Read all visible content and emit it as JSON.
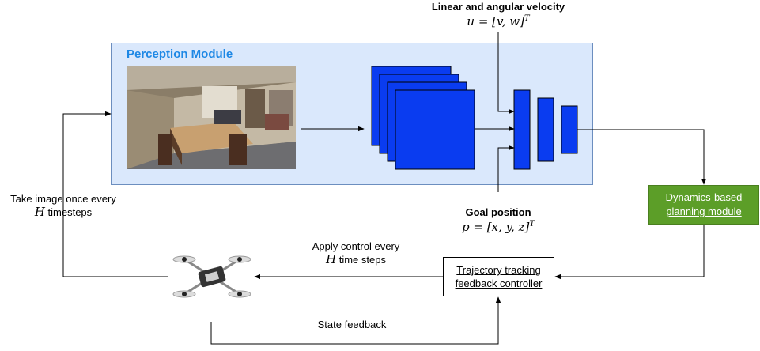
{
  "perception": {
    "title": "Perception Module"
  },
  "velocity": {
    "title": "Linear and angular velocity",
    "formula": "u = [v, w]",
    "sup": "T"
  },
  "goal": {
    "title": "Goal position",
    "formula": "p = [x, y, z]",
    "sup": "T"
  },
  "take_image": {
    "line1": "Take image once every",
    "var": "H",
    "line2": " timesteps"
  },
  "apply_control": {
    "line1": "Apply control every",
    "var": "H",
    "line2": " time steps"
  },
  "state_feedback": "State feedback",
  "planning": {
    "line1": "Dynamics-based",
    "line2": "planning module"
  },
  "tracking": {
    "line1": "Trajectory tracking",
    "line2": "feedback controller"
  },
  "colors": {
    "cnn_blue": "#0a3cf0",
    "perception_bg": "#dae8fc",
    "planning_green": "#5c9e28",
    "title_blue": "#1e88e5"
  }
}
